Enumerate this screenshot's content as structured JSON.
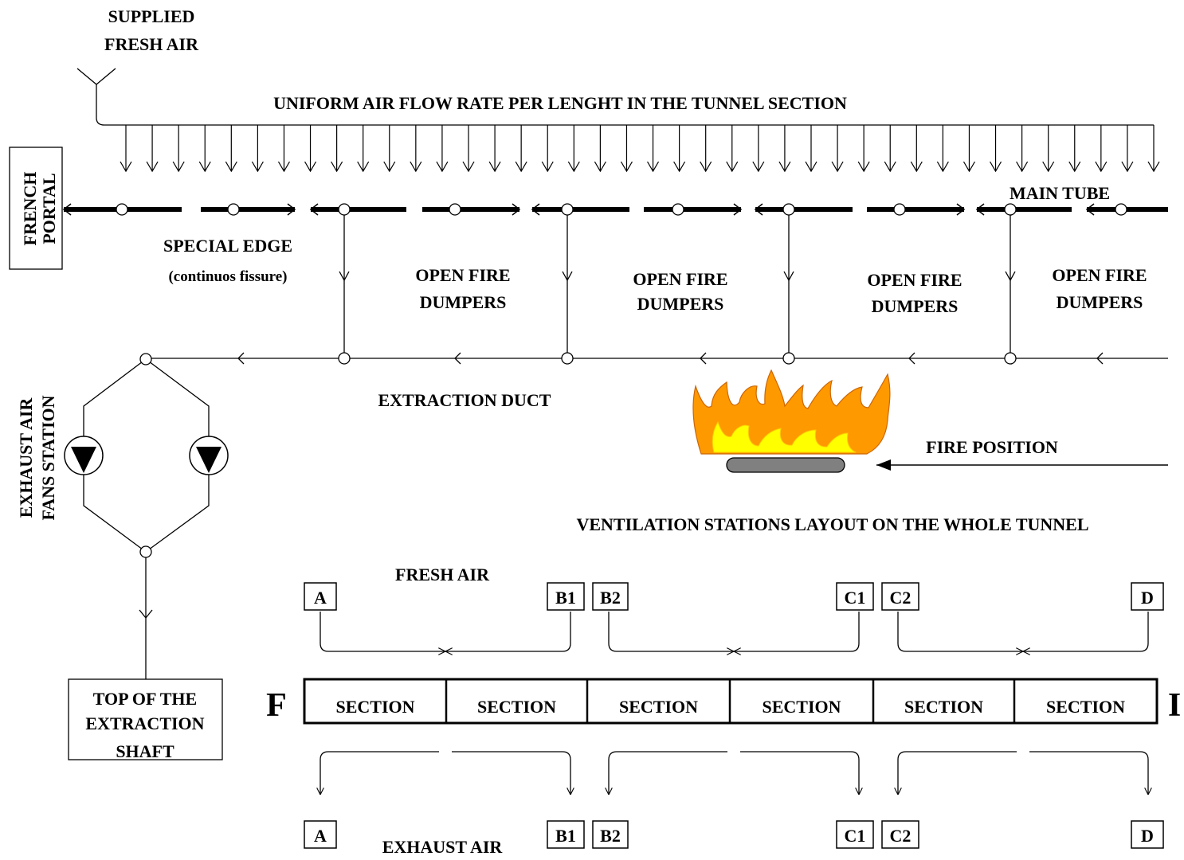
{
  "labels": {
    "supplied_1": "SUPPLIED",
    "supplied_2": "FRESH AIR",
    "uniform_flow": "UNIFORM AIR FLOW RATE PER LENGHT IN THE TUNNEL SECTION",
    "french_1": "FRENCH",
    "french_2": "PORTAL",
    "main_tube": "MAIN TUBE",
    "special_edge_1": "SPECIAL EDGE",
    "special_edge_2": "(continuos fissure)",
    "open_fire": "OPEN FIRE",
    "dumpers": "DUMPERS",
    "extraction_duct": "EXTRACTION DUCT",
    "exhaust_1": "EXHAUST AIR",
    "exhaust_2": "FANS STATION",
    "fire_position": "FIRE POSITION",
    "layout_title": "VENTILATION STATIONS LAYOUT ON THE WHOLE TUNNEL",
    "fresh_air": "FRESH AIR",
    "exhaust_air": "EXHAUST AIR",
    "shaft_1": "TOP OF THE",
    "shaft_2": "EXTRACTION",
    "shaft_3": "SHAFT",
    "end_left": "F",
    "end_right": "I"
  },
  "stations": [
    "A",
    "B1",
    "B2",
    "C1",
    "C2",
    "D"
  ],
  "sections": [
    "SECTION",
    "SECTION",
    "SECTION",
    "SECTION",
    "SECTION",
    "SECTION"
  ],
  "colors": {
    "flame_outer": "#ff9900",
    "flame_inner": "#ffff00",
    "log": "#808080"
  }
}
